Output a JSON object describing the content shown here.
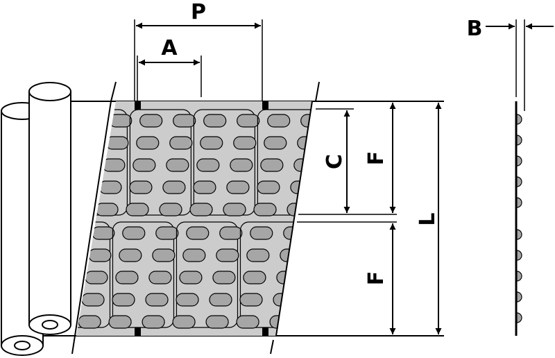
{
  "labels": {
    "p": "P",
    "a": "A",
    "b": "B",
    "c": "C",
    "f_top": "F",
    "f_bottom": "F",
    "l": "L"
  },
  "colors": {
    "sheet_fill": "#cccccc",
    "cell_fill": "#a6a6a6",
    "line": "#000000",
    "background": "#ffffff"
  },
  "structure": {
    "module_columns_visible": 4,
    "module_rows": 2,
    "cells_per_module_row": 5,
    "cells_per_module_col": 2,
    "profile_studs": 10
  }
}
